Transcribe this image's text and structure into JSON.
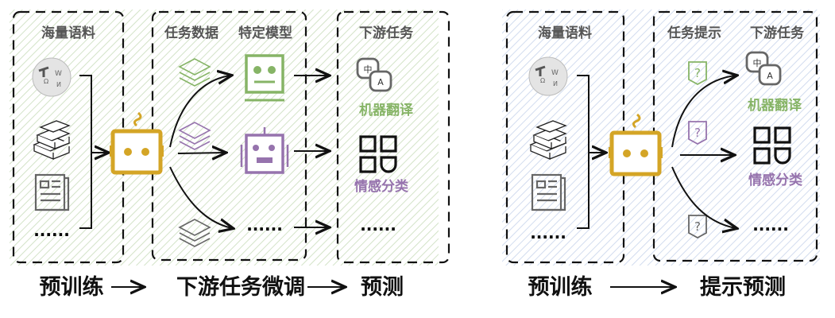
{
  "colors": {
    "gold": "#d4a526",
    "green": "#86b466",
    "purple": "#9673ad",
    "gray": "#666666",
    "hatch_left": "#cfe0c3",
    "hatch_right": "#cdd8ec"
  },
  "finetune": {
    "corpus_header": "海量语料",
    "task_data_header": "任务数据",
    "specific_model_header": "特定模型",
    "downstream_header": "下游任务",
    "translation_label": "机器翻译",
    "sentiment_label": "情感分类",
    "ellipsis": "......",
    "flow": [
      "预训练",
      "下游任务微调",
      "预测"
    ]
  },
  "prompt": {
    "corpus_header": "海量语料",
    "task_prompt_header": "任务提示",
    "downstream_header": "下游任务",
    "translation_label": "机器翻译",
    "sentiment_label": "情感分类",
    "ellipsis": "......",
    "flow": [
      "预训练",
      "提示预测"
    ]
  },
  "icons": {
    "translate_zh": "中",
    "translate_en": "A",
    "question": "?"
  }
}
